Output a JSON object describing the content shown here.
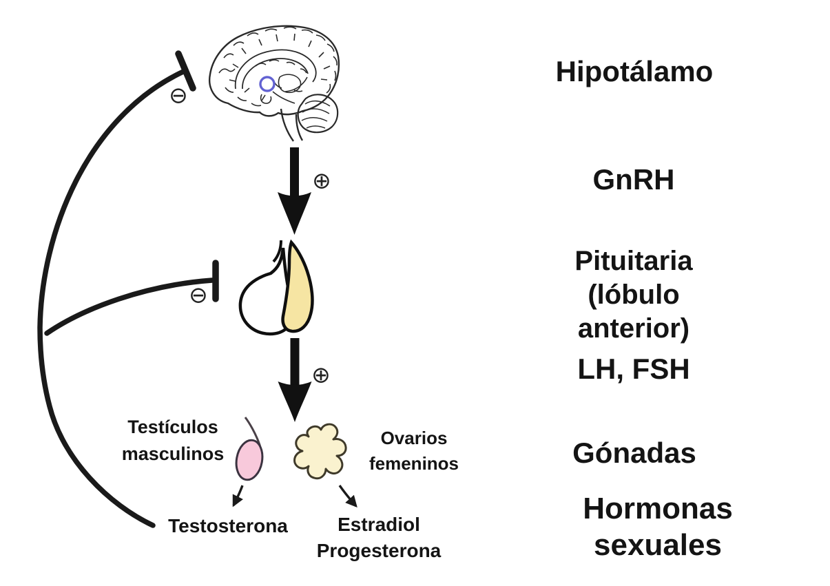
{
  "labels": {
    "hypothalamus": "Hipotálamo",
    "gnrh": "GnRH",
    "pituitary": "Pituitaria (lóbulo\nanterior)",
    "lh_fsh": "LH, FSH",
    "gonads": "Gónadas",
    "sex_hormones": "Hormonas sexuales",
    "testes": "Testículos\nmasculinos",
    "ovaries": "Ovarios\nfemeninos",
    "testosterone": "Testosterona",
    "estradiol_progesterone": "Estradiol\nProgesterona"
  },
  "symbols": {
    "stimulation": "⊕",
    "inhibition": "⊖"
  },
  "colors": {
    "line": "#1a1a1a",
    "pituitary_anterior_fill": "#ffffff",
    "pituitary_posterior_fill": "#f6e5a3",
    "ovary_fill": "#faf2cf",
    "testis_fill": "#f8c9db",
    "hypothalamus_marker": "#6262d2"
  }
}
